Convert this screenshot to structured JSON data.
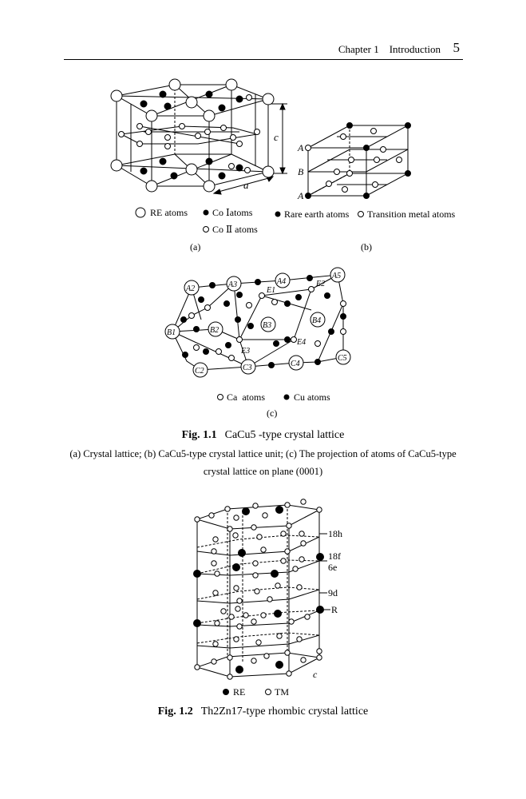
{
  "header": {
    "chapter": "Chapter 1    Introduction",
    "page_number": "5"
  },
  "fig1": {
    "c_label": "c",
    "a_label": "a",
    "plane_A_top": "A",
    "plane_B": "B",
    "plane_A_bottom": "A",
    "legend_a": {
      "re": "RE atoms",
      "co1": "Co Ⅰatoms",
      "co2": "Co Ⅱ atoms"
    },
    "legend_b": {
      "rare": "Rare earth atoms",
      "tm": "Transition metal atoms"
    },
    "panel_a": "(a)",
    "panel_b": "(b)",
    "panel_c": "(c)",
    "atom_labels": {
      "A2": "A2",
      "A3": "A3",
      "A4": "A4",
      "A5": "A5",
      "B1": "B1",
      "B2": "B2",
      "B3": "B3",
      "B4": "B4",
      "C2": "C2",
      "C3": "C3",
      "C4": "C4",
      "C5": "C5",
      "E1": "E1",
      "E2": "E2",
      "E3": "E3",
      "E4": "E4"
    },
    "legend_c": {
      "ca": "Ca  atoms",
      "cu": "Cu atoms"
    },
    "caption_num": "Fig. 1.1",
    "caption_title": "CaCu5 -type crystal lattice",
    "caption_desc_1": "(a) Crystal lattice; (b) CaCu5-type crystal lattice unit; (c) The projection of atoms of CaCu5-type",
    "caption_desc_2": "crystal lattice on plane (0001)"
  },
  "fig2": {
    "labels": {
      "h18": "18h",
      "f18": "18f",
      "e6": "6e",
      "d9": "9d",
      "R": "R",
      "c": "c"
    },
    "legend": {
      "re": "RE",
      "tm": "TM"
    },
    "caption_num": "Fig. 1.2",
    "caption_title": "Th2Zn17-type rhombic crystal lattice"
  }
}
